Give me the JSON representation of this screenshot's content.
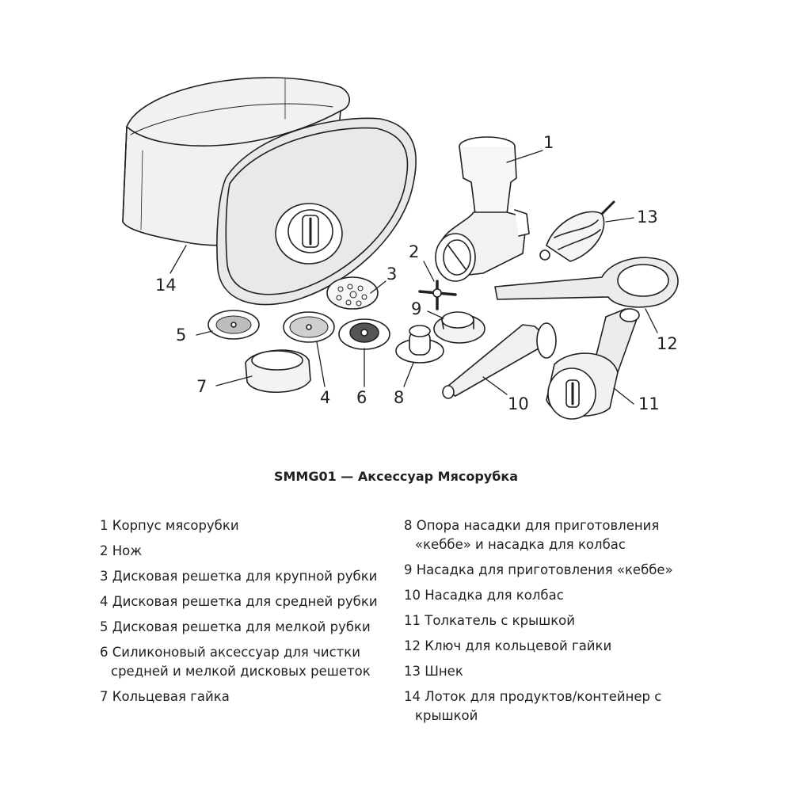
{
  "caption": "SMMG01 — Аксессуар Мясорубка",
  "callouts": [
    "1",
    "2",
    "3",
    "4",
    "5",
    "6",
    "7",
    "8",
    "9",
    "10",
    "11",
    "12",
    "13",
    "14"
  ],
  "parts_left": [
    {
      "num": "1",
      "text": "Корпус мясорубки",
      "text2": ""
    },
    {
      "num": "2",
      "text": "Нож",
      "text2": ""
    },
    {
      "num": "3",
      "text": "Дисковая решетка для крупной рубки",
      "text2": ""
    },
    {
      "num": "4",
      "text": "Дисковая решетка для средней рубки",
      "text2": ""
    },
    {
      "num": "5",
      "text": "Дисковая решетка для мелкой рубки",
      "text2": ""
    },
    {
      "num": "6",
      "text": "Силиконовый аксессуар для чистки",
      "text2": "средней и мелкой дисковых решеток"
    },
    {
      "num": "7",
      "text": "Кольцевая гайка",
      "text2": ""
    }
  ],
  "parts_right": [
    {
      "num": "8",
      "text": "Опора насадки для приготовления",
      "text2": "«кеббе» и насадка для колбас"
    },
    {
      "num": "9",
      "text": "Насадка для приготовления «кеббе»",
      "text2": ""
    },
    {
      "num": "10",
      "text": "Насадка для колбас",
      "text2": ""
    },
    {
      "num": "11",
      "text": "Толкатель с крышкой",
      "text2": ""
    },
    {
      "num": "12",
      "text": "Ключ для кольцевой гайки",
      "text2": ""
    },
    {
      "num": "13",
      "text": "Шнек",
      "text2": ""
    },
    {
      "num": "14",
      "text": "Лоток для продуктов/контейнер с",
      "text2": "крышкой"
    }
  ]
}
